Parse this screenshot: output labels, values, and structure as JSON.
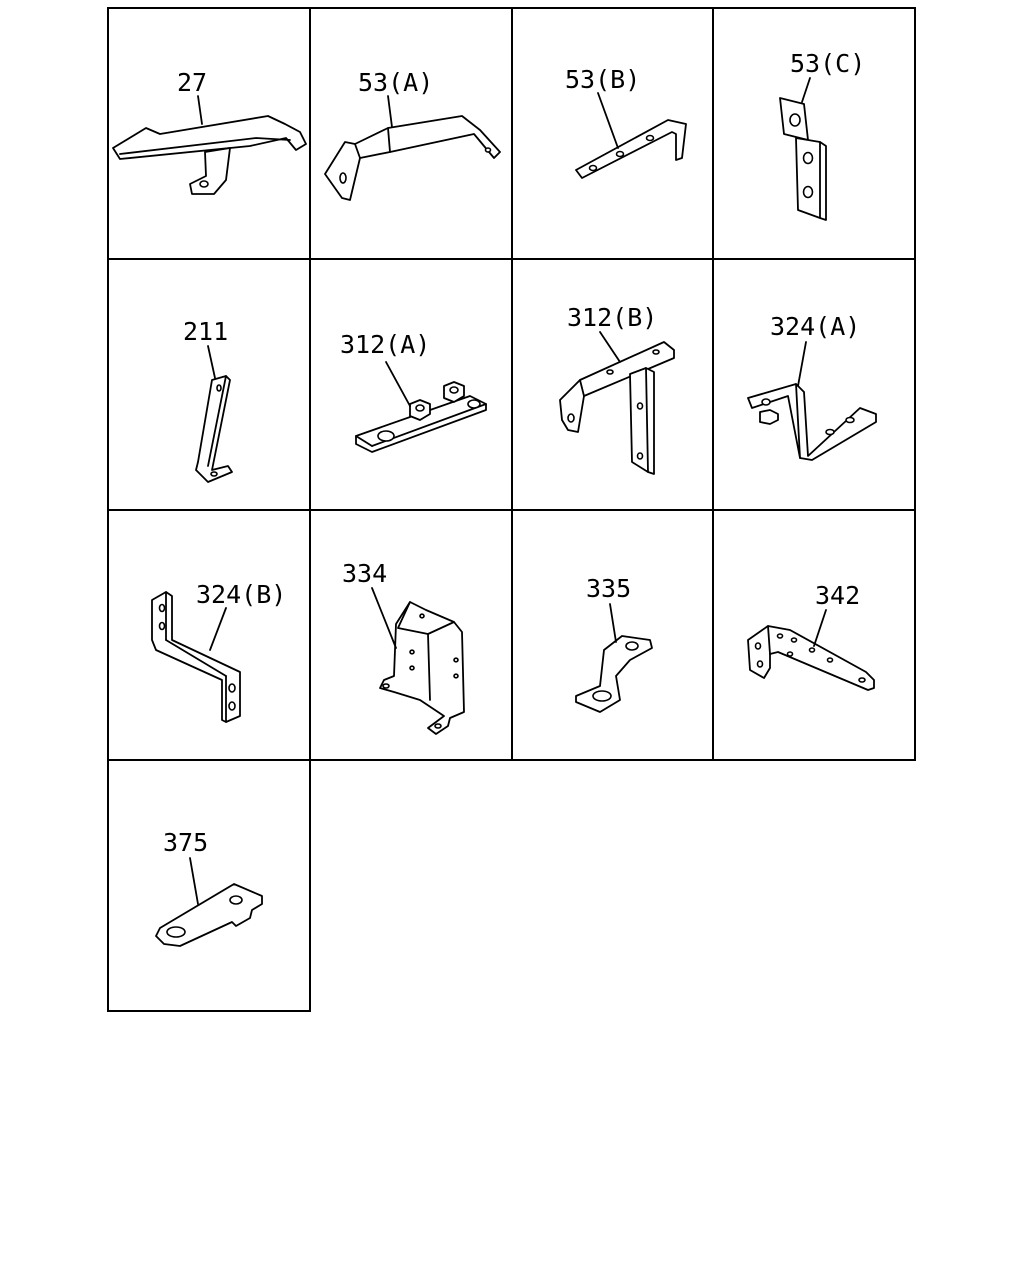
{
  "diagram": {
    "parts": [
      {
        "label": "27"
      },
      {
        "label": "53(A)"
      },
      {
        "label": "53(B)"
      },
      {
        "label": "53(C)"
      },
      {
        "label": "211"
      },
      {
        "label": "312(A)"
      },
      {
        "label": "312(B)"
      },
      {
        "label": "324(A)"
      },
      {
        "label": "324(B)"
      },
      {
        "label": "334"
      },
      {
        "label": "335"
      },
      {
        "label": "342"
      },
      {
        "label": "375"
      }
    ]
  }
}
